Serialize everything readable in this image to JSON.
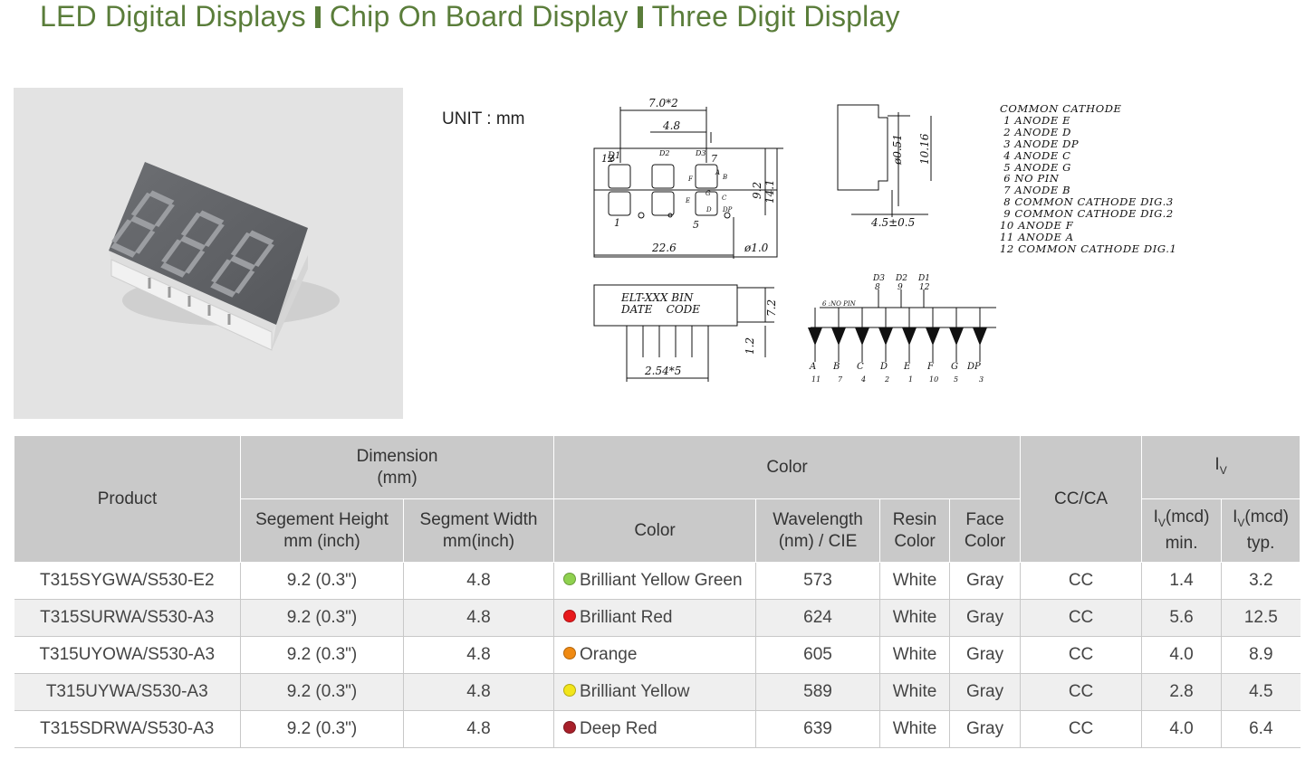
{
  "header": {
    "part1": "LED Digital Displays",
    "part2": "Chip On Board Display",
    "part3": "Three Digit Display"
  },
  "unit_label": "UNIT : mm",
  "drawing": {
    "dim_width_top": "7.0*2",
    "dim_pitch": "4.8",
    "dim_width": "22.6",
    "dim_height": "14.1",
    "dim_seg": "9.2",
    "dim_dot": "ø1.0",
    "dim_pin_dia": "ø0.51",
    "dim_side_h": "10.16",
    "dim_side_w": "4.5±0.5",
    "dim_label_h": "7.2",
    "dim_pin_len": "1.2",
    "dim_pin_pitch": "2.54*5",
    "label_line1": "ELT-XXX BIN",
    "label_line2": "DATE    CODE",
    "digit_labels": [
      "D1",
      "D2",
      "D3"
    ],
    "pin_corner_labels": [
      "12",
      "7",
      "1",
      "5"
    ],
    "segment_labels": [
      "A",
      "B",
      "C",
      "D",
      "E",
      "F",
      "G",
      "DP"
    ],
    "schematic": {
      "no_pin": "6 :NO PIN",
      "commons": [
        {
          "label": "D3",
          "pin": "8"
        },
        {
          "label": "D2",
          "pin": "9"
        },
        {
          "label": "D1",
          "pin": "12"
        }
      ],
      "segments": [
        "A",
        "B",
        "C",
        "D",
        "E",
        "F",
        "G",
        "DP"
      ],
      "pins": [
        "11",
        "7",
        "4",
        "2",
        "1",
        "10",
        "5",
        "3"
      ]
    }
  },
  "pin_list": [
    "COMMON CATHODE",
    " 1 ANODE E",
    " 2 ANODE D",
    " 3 ANODE DP",
    " 4 ANODE C",
    " 5 ANODE G",
    " 6 NO PIN",
    " 7 ANODE B",
    " 8 COMMON CATHODE DIG.3",
    " 9 COMMON CATHODE DIG.2",
    "10 ANODE F",
    "11 ANODE A",
    "12 COMMON CATHODE DIG.1"
  ],
  "table": {
    "headers": {
      "product": "Product",
      "dimension": "Dimension\n(mm)",
      "color_group": "Color",
      "cc_ca": "CC/CA",
      "iv_main": "I",
      "iv_sub": "V",
      "seg_height": "Segement Height",
      "seg_height_unit": "mm (inch)",
      "seg_width": "Segment Width",
      "seg_width_unit": "mm(inch)",
      "color": "Color",
      "wavelength": "Wavelength",
      "wavelength_unit": "(nm) / CIE",
      "resin": "Resin",
      "resin2": "Color",
      "face": "Face",
      "face2": "Color",
      "iv_min_a": "I",
      "iv_min_sub": "V",
      "iv_min_b": "(mcd)",
      "iv_min_c": "min.",
      "iv_typ_a": "I",
      "iv_typ_sub": "V",
      "iv_typ_b": "(mcd)",
      "iv_typ_c": "typ."
    },
    "rows": [
      {
        "product": "T315SYGWA/S530-E2",
        "seg_h": "9.2 (0.3\")",
        "seg_w": "4.8",
        "color": "Brilliant Yellow Green",
        "dot": "#8fd14f",
        "wl": "573",
        "resin": "White",
        "face": "Gray",
        "cc": "CC",
        "iv_min": "1.4",
        "iv_typ": "3.2"
      },
      {
        "product": "T315SURWA/S530-A3",
        "seg_h": "9.2 (0.3\")",
        "seg_w": "4.8",
        "color": "Brilliant Red",
        "dot": "#e8191c",
        "wl": "624",
        "resin": "White",
        "face": "Gray",
        "cc": "CC",
        "iv_min": "5.6",
        "iv_typ": "12.5"
      },
      {
        "product": "T315UYOWA/S530-A3",
        "seg_h": "9.2 (0.3\")",
        "seg_w": "4.8",
        "color": "Orange",
        "dot": "#f08a12",
        "wl": "605",
        "resin": "White",
        "face": "Gray",
        "cc": "CC",
        "iv_min": "4.0",
        "iv_typ": "8.9"
      },
      {
        "product": "T315UYWA/S530-A3",
        "seg_h": "9.2 (0.3\")",
        "seg_w": "4.8",
        "color": "Brilliant Yellow",
        "dot": "#f2e51a",
        "wl": "589",
        "resin": "White",
        "face": "Gray",
        "cc": "CC",
        "iv_min": "2.8",
        "iv_typ": "4.5"
      },
      {
        "product": "T315SDRWA/S530-A3",
        "seg_h": "9.2 (0.3\")",
        "seg_w": "4.8",
        "color": "Deep Red",
        "dot": "#a8202a",
        "wl": "639",
        "resin": "White",
        "face": "Gray",
        "cc": "CC",
        "iv_min": "4.0",
        "iv_typ": "6.4"
      }
    ]
  }
}
